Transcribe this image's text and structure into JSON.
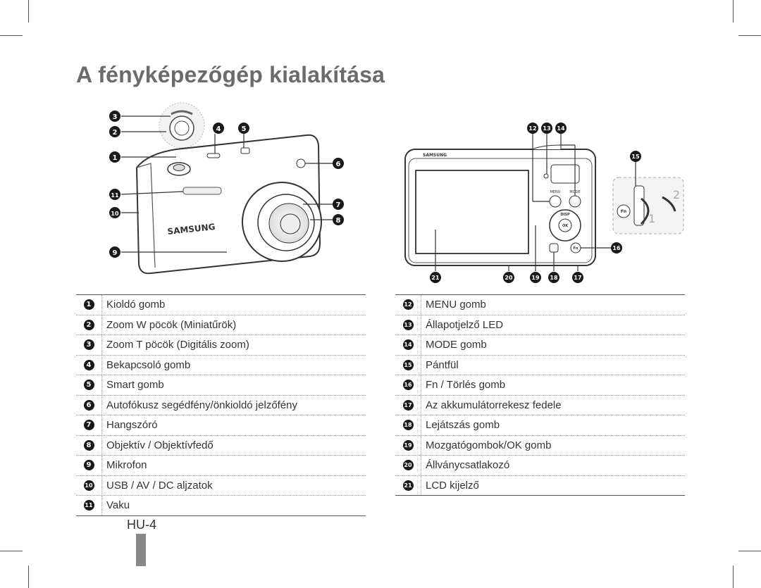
{
  "page": {
    "title": "A fényképezőgép kialakítása",
    "page_number": "HU-4"
  },
  "front_view": {
    "brand": "SAMSUNG",
    "callouts": [
      "1",
      "2",
      "3",
      "4",
      "5",
      "6",
      "7",
      "8",
      "9",
      "10",
      "11"
    ]
  },
  "back_view": {
    "brand": "SAMSUNG",
    "button_labels": {
      "menu": "MENU",
      "mode": "MODE",
      "disp": "DISP",
      "ok": "OK",
      "fn": "Fn"
    },
    "strap_steps": [
      "1",
      "2"
    ],
    "callouts": [
      "12",
      "13",
      "14",
      "15",
      "16",
      "17",
      "18",
      "19",
      "20",
      "21"
    ]
  },
  "legend_left": [
    {
      "num": "1",
      "text": "Kioldó gomb"
    },
    {
      "num": "2",
      "text": "Zoom W pöcök (Miniatűrök)"
    },
    {
      "num": "3",
      "text": "Zoom T pöcök (Digitális zoom)"
    },
    {
      "num": "4",
      "text": "Bekapcsoló gomb"
    },
    {
      "num": "5",
      "text": "Smart gomb"
    },
    {
      "num": "6",
      "text": "Autofókusz segédfény/önkioldó jelzőfény"
    },
    {
      "num": "7",
      "text": "Hangszóró"
    },
    {
      "num": "8",
      "text": "Objektív / Objektívfedő"
    },
    {
      "num": "9",
      "text": "Mikrofon"
    },
    {
      "num": "10",
      "text": "USB / AV / DC aljzatok"
    },
    {
      "num": "11",
      "text": "Vaku"
    }
  ],
  "legend_right": [
    {
      "num": "12",
      "text": "MENU gomb"
    },
    {
      "num": "13",
      "text": "Állapotjelző LED"
    },
    {
      "num": "14",
      "text": "MODE gomb"
    },
    {
      "num": "15",
      "text": "Pántfül"
    },
    {
      "num": "16",
      "text": "Fn / Törlés gomb"
    },
    {
      "num": "17",
      "text": "Az akkumulátorrekesz fedele"
    },
    {
      "num": "18",
      "text": "Lejátszás gomb"
    },
    {
      "num": "19",
      "text": "Mozgatógombok/OK gomb"
    },
    {
      "num": "20",
      "text": "Állványcsatlakozó"
    },
    {
      "num": "21",
      "text": "LCD kijelző"
    }
  ]
}
